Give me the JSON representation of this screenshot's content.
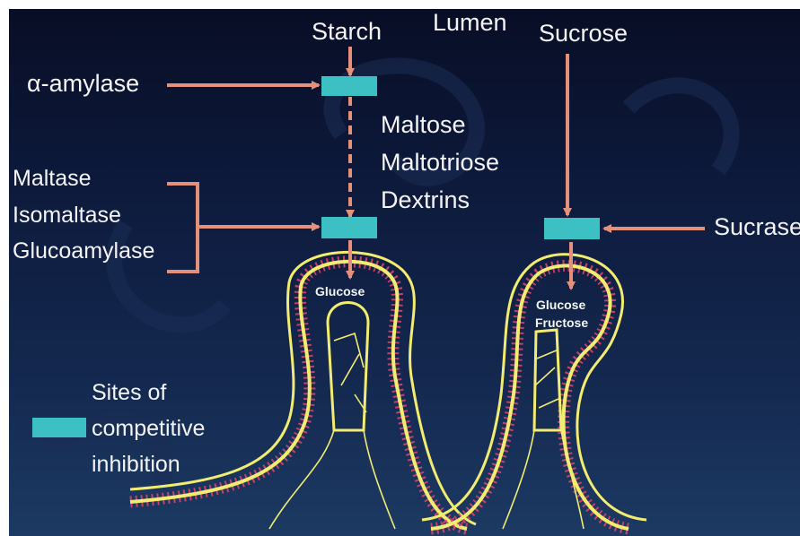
{
  "labels": {
    "starch": "Starch",
    "lumen": "Lumen",
    "sucrose": "Sucrose",
    "alpha_amylase": "α-amylase",
    "maltose": "Maltose",
    "maltotriose": "Maltotriose",
    "dextrins": "Dextrins",
    "maltase": "Maltase",
    "isomaltase": "Isomaltase",
    "glucoamylase": "Glucoamylase",
    "sucrase": "Sucrase",
    "glucose_left": "Glucose",
    "glucose_right": "Glucose",
    "fructose": "Fructose"
  },
  "legend": {
    "line1": "Sites of",
    "line2": "competitive",
    "line3": "inhibition"
  },
  "colors": {
    "inhibition_site": "#3cc0c4",
    "arrow": "#e4907a",
    "membrane": "#f2ec70",
    "background": "#0d1a3c",
    "text": "#f4f4f4"
  }
}
